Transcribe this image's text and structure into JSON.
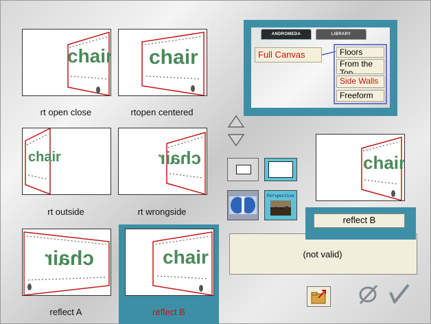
{
  "thumbnails": [
    {
      "label": "rt open close"
    },
    {
      "label": "rtopen centered"
    },
    {
      "label": "rt outside"
    },
    {
      "label": "rt wrongside"
    },
    {
      "label": "reflect A"
    },
    {
      "label": "reflect B"
    }
  ],
  "selected_thumbnail": "reflect B",
  "thumb_art_text": "chair",
  "library_panel": {
    "tabs": [
      {
        "label": "ANDROMEDA"
      },
      {
        "label": "LIBRARY"
      }
    ],
    "full_canvas": "Full Canvas",
    "options": [
      {
        "label": "Floors"
      },
      {
        "label": "From the Top"
      },
      {
        "label": "Side Walls"
      },
      {
        "label": "Freeform"
      }
    ],
    "selected_option": "Side Walls"
  },
  "preview": {
    "name": "reflect B",
    "status": "(not valid)"
  },
  "perspective_label": "Perspective",
  "colors": {
    "teal": "#3d8fa6",
    "accent_red": "#cc1111",
    "cream": "#f5f0dc",
    "art_green": "#4a8a5a",
    "wall_red": "#c01818"
  }
}
